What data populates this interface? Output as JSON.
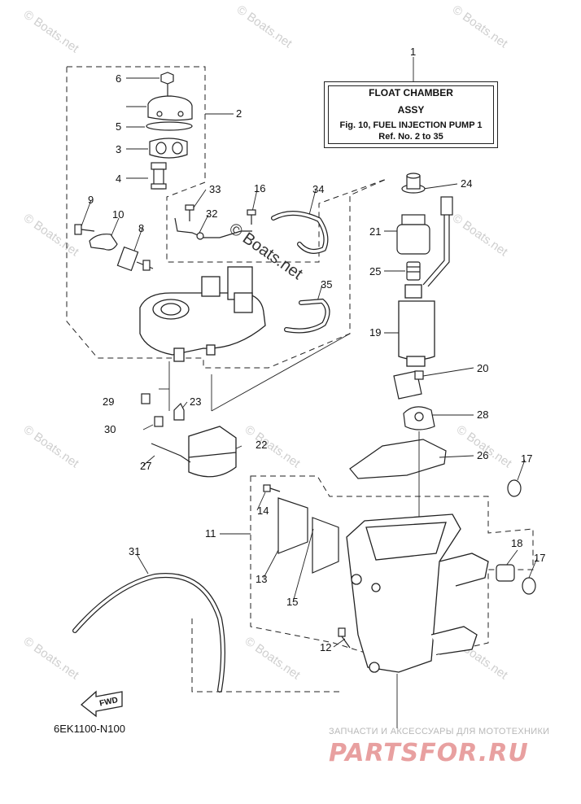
{
  "title_box": {
    "line1": "FLOAT CHAMBER",
    "line2": "ASSY",
    "line3": "Fig. 10, FUEL INJECTION PUMP 1",
    "line4": "Ref. No. 2 to 35"
  },
  "callouts": [
    "1",
    "2",
    "3",
    "4",
    "5",
    "6",
    "8",
    "9",
    "10",
    "11",
    "12",
    "13",
    "14",
    "15",
    "16",
    "17",
    "17",
    "18",
    "19",
    "20",
    "21",
    "22",
    "23",
    "24",
    "25",
    "26",
    "27",
    "28",
    "29",
    "30",
    "31",
    "32",
    "33",
    "34",
    "35"
  ],
  "drawing_code": "6EK1100-N100",
  "fwd_label": "FWD",
  "watermark": "© Boats.net",
  "brand": {
    "subtitle": "ЗАПЧАСТИ И АКСЕССУАРЫ ДЛЯ МОТОТЕХНИКИ",
    "name": "PARTSFOR.RU"
  },
  "colors": {
    "ink": "#1a1a1a",
    "watermark": "#cfcfcf",
    "brand": "#e8a0a0"
  }
}
